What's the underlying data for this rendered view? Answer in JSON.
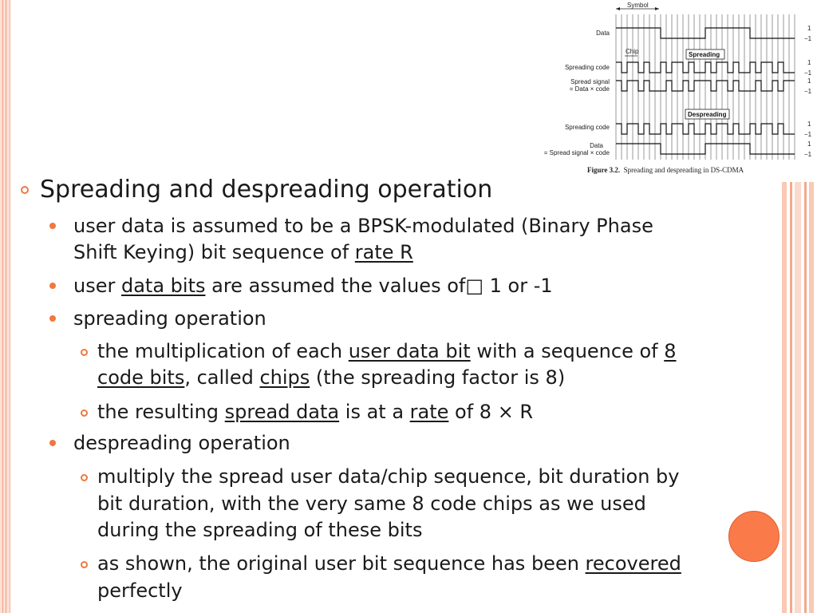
{
  "colors": {
    "accent": "#f07840",
    "circle": "#fa7a4a",
    "border": "#fbe0d6"
  },
  "figure": {
    "symbol_label": "Symbol",
    "chip_label": "Chip",
    "spreading_box": "Spreading",
    "despreading_box": "Despreading",
    "rows": {
      "data": "Data",
      "spreading_code_1": "Spreading code",
      "spread_signal_l1": "Spread signal",
      "spread_signal_l2": "= Data × code",
      "spreading_code_2": "Spreading code",
      "data2_l1": "Data",
      "data2_l2": "= Spread signal × code"
    },
    "level_hi": "1",
    "level_lo": "−1",
    "caption_bold": "Figure 3.2.",
    "caption_text": "Spreading and despreading in DS-CDMA"
  },
  "slide": {
    "heading": "Spreading and despreading operation",
    "b1_l1": "user data is assumed to be a BPSK-modulated (Binary Phase",
    "b1_l2_a": "Shift Keying) bit sequence of ",
    "b1_l2_u": "rate R",
    "b2_a": "user ",
    "b2_u": "data bits",
    "b2_b": " are assumed the values of□ 1 or -1",
    "b3": "spreading operation",
    "s1_l1_a": "the multiplication of each ",
    "s1_l1_u1": "user data bit",
    "s1_l1_b": " with a sequence of ",
    "s1_l1_u2": "8",
    "s1_l2_u1": "code bits",
    "s1_l2_a": ", called ",
    "s1_l2_u2": "chips",
    "s1_l2_b": " (the spreading factor is 8)",
    "s2_a": "the resulting ",
    "s2_u1": "spread data",
    "s2_b": " is at a ",
    "s2_u2": "rate",
    "s2_c": " of 8 × R",
    "b4": "despreading operation",
    "s3_l1": "multiply the spread user data/chip sequence, bit duration by",
    "s3_l2": "bit duration, with the very same 8 code chips as we used",
    "s3_l3": "during the spreading of these bits",
    "s4_l1_a": "as shown, the original user bit sequence has been ",
    "s4_l1_u": "recovered",
    "s4_l2": "perfectly"
  }
}
